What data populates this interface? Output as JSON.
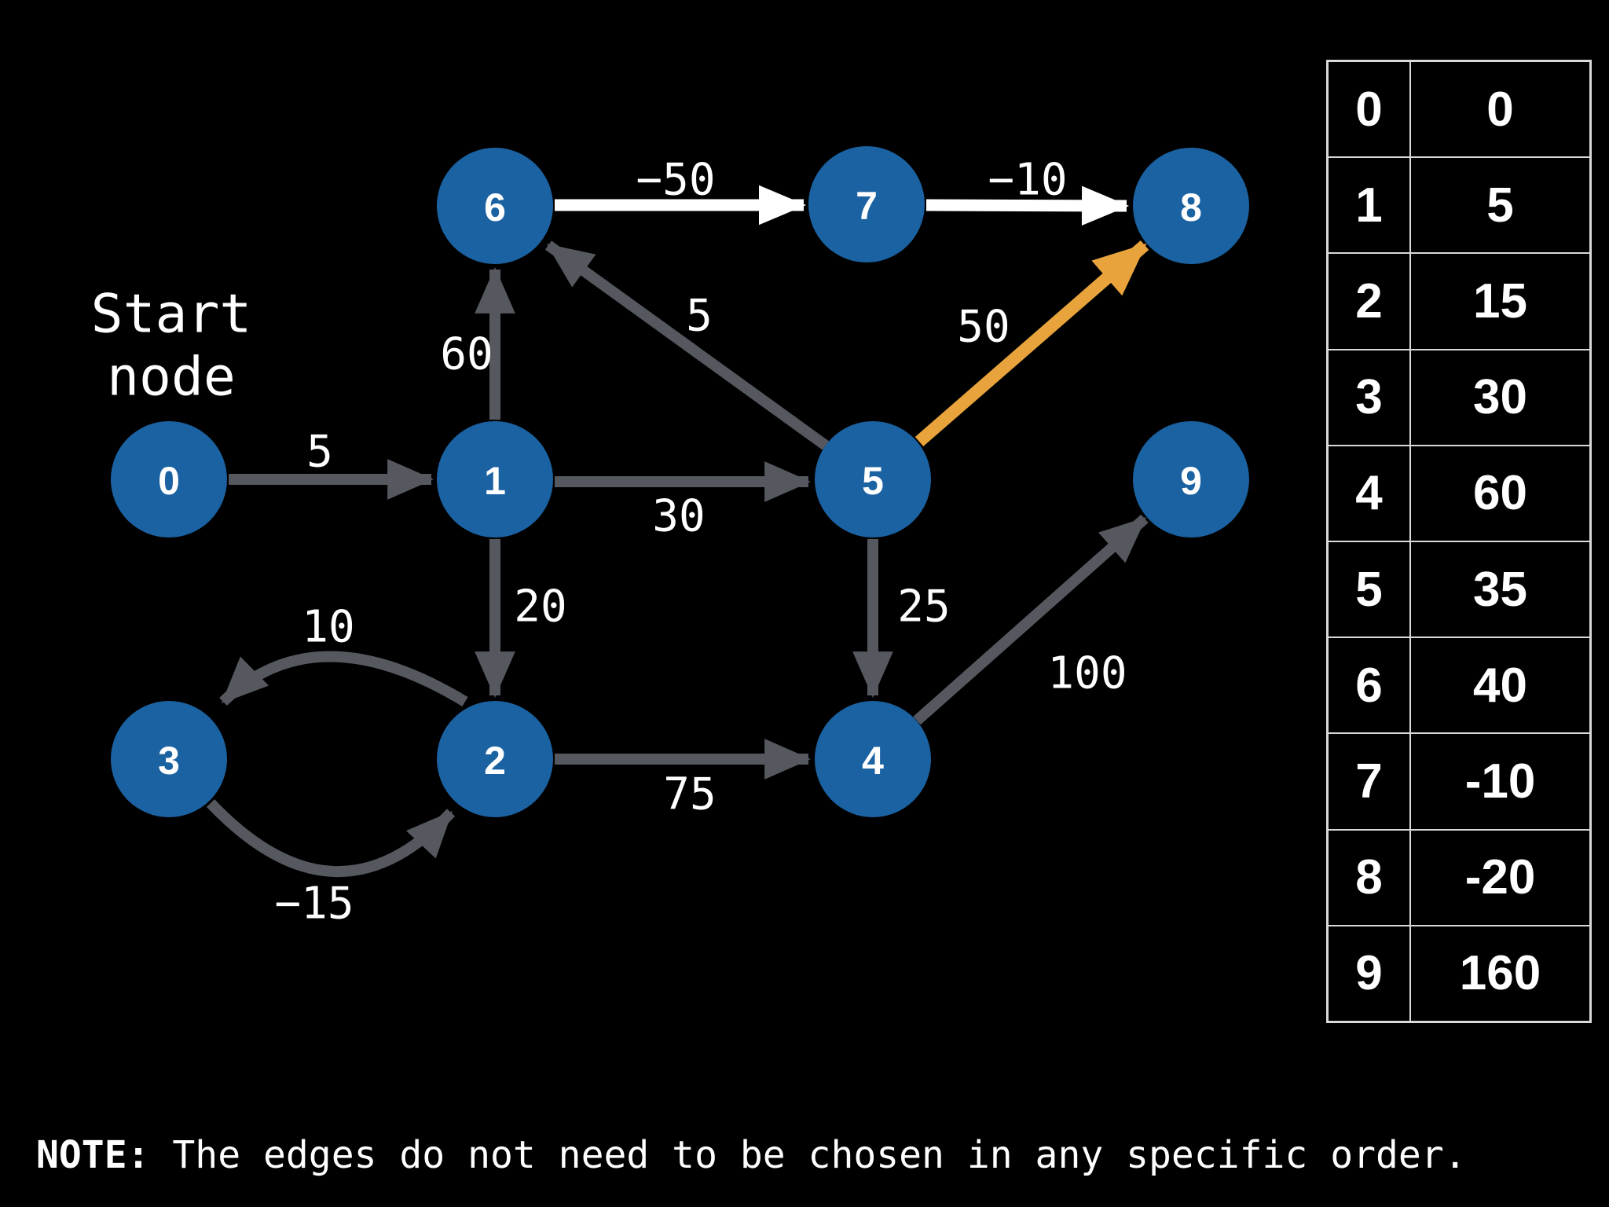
{
  "labels": {
    "start_line1": "Start",
    "start_line2": "node"
  },
  "graph": {
    "type": "directed-weighted-graph",
    "start_node": "0",
    "nodes": [
      {
        "id": "0"
      },
      {
        "id": "1"
      },
      {
        "id": "2"
      },
      {
        "id": "3"
      },
      {
        "id": "4"
      },
      {
        "id": "5"
      },
      {
        "id": "6"
      },
      {
        "id": "7"
      },
      {
        "id": "8"
      },
      {
        "id": "9"
      }
    ],
    "edges": [
      {
        "from": "0",
        "to": "1",
        "weight": "5",
        "color": "gray"
      },
      {
        "from": "1",
        "to": "6",
        "weight": "60",
        "color": "gray"
      },
      {
        "from": "6",
        "to": "7",
        "weight": "−50",
        "color": "white"
      },
      {
        "from": "7",
        "to": "8",
        "weight": "−10",
        "color": "white"
      },
      {
        "from": "5",
        "to": "6",
        "weight": "5",
        "color": "gray"
      },
      {
        "from": "5",
        "to": "8",
        "weight": "50",
        "color": "orange"
      },
      {
        "from": "1",
        "to": "5",
        "weight": "30",
        "color": "gray"
      },
      {
        "from": "1",
        "to": "2",
        "weight": "20",
        "color": "gray"
      },
      {
        "from": "5",
        "to": "4",
        "weight": "25",
        "color": "gray"
      },
      {
        "from": "2",
        "to": "3",
        "weight": "10",
        "color": "gray"
      },
      {
        "from": "3",
        "to": "2",
        "weight": "−15",
        "color": "gray"
      },
      {
        "from": "2",
        "to": "4",
        "weight": "75",
        "color": "gray"
      },
      {
        "from": "4",
        "to": "9",
        "weight": "100",
        "color": "gray"
      }
    ]
  },
  "table": {
    "rows": [
      {
        "node": "0",
        "value": "0"
      },
      {
        "node": "1",
        "value": "5"
      },
      {
        "node": "2",
        "value": "15"
      },
      {
        "node": "3",
        "value": "30"
      },
      {
        "node": "4",
        "value": "60"
      },
      {
        "node": "5",
        "value": "35"
      },
      {
        "node": "6",
        "value": "40"
      },
      {
        "node": "7",
        "value": "-10"
      },
      {
        "node": "8",
        "value": "-20"
      },
      {
        "node": "9",
        "value": "160"
      }
    ]
  },
  "note": {
    "prefix": "NOTE:",
    "text": " The edges do not need to be chosen in any specific order."
  },
  "colors": {
    "background": "#000000",
    "node_fill": "#1b62a2",
    "node_text": "#ffffff",
    "edge_gray": "#55585e",
    "edge_white": "#ffffff",
    "edge_orange": "#e8a33c",
    "table_border": "#d9d9d9",
    "text": "#ffffff"
  }
}
